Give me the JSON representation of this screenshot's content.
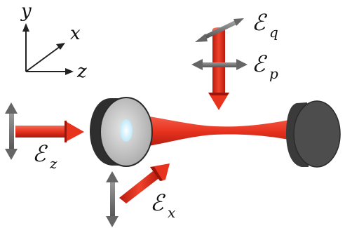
{
  "axes": {
    "y_label": "y",
    "x_label": "x",
    "z_label": "z"
  },
  "fields": {
    "eq": {
      "symbol": "ℰ",
      "subscript": "q"
    },
    "ep": {
      "symbol": "ℰ",
      "subscript": "p"
    },
    "ez": {
      "symbol": "ℰ",
      "subscript": "z"
    },
    "ex": {
      "symbol": "ℰ",
      "subscript": "x"
    }
  },
  "colors": {
    "beam": "#e8331f",
    "beam_dark": "#a8180c",
    "mirror_face": "#c9c9c9",
    "mirror_body": "#333333",
    "polarization_arrow": "#777777",
    "mirror_spot": "#cfeefd"
  }
}
